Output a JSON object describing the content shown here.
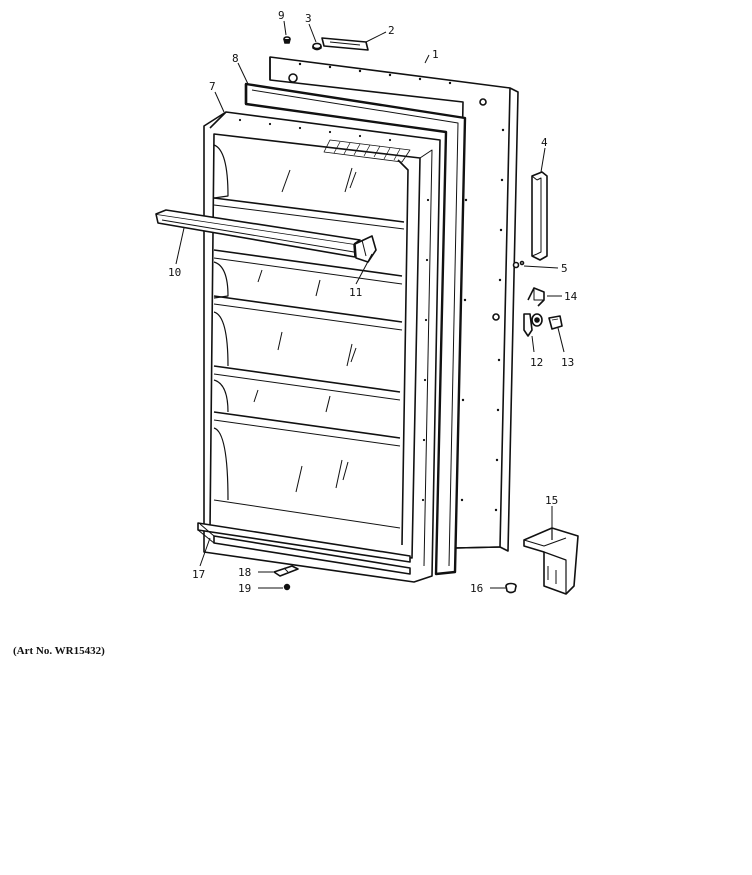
{
  "caption": "(Art No. WR15432)",
  "colors": {
    "ink": "#111111",
    "paper": "#ffffff"
  },
  "callouts": {
    "c1": "1",
    "c2": "2",
    "c3": "3",
    "c4": "4",
    "c5": "5",
    "c7": "7",
    "c8": "8",
    "c9": "9",
    "c10": "10",
    "c11": "11",
    "c12": "12",
    "c13": "13",
    "c14": "14",
    "c15": "15",
    "c16": "16",
    "c17": "17",
    "c18": "18",
    "c19": "19"
  }
}
